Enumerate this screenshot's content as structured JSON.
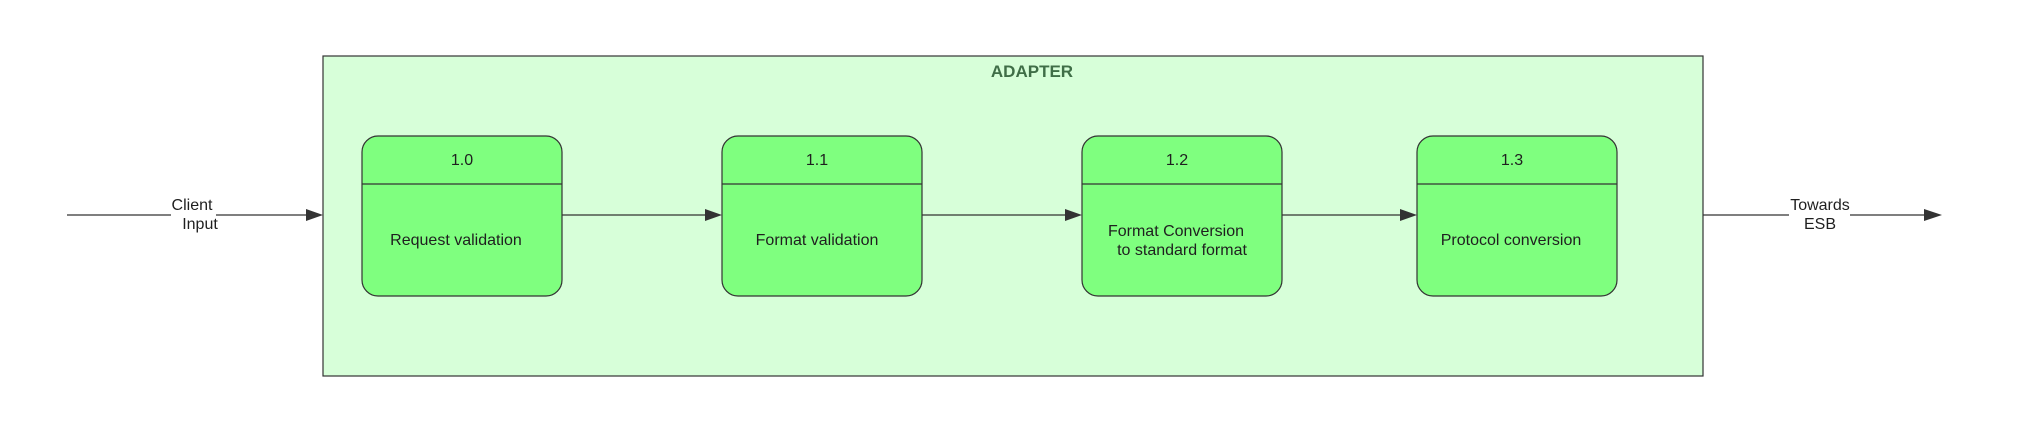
{
  "diagram": {
    "container": {
      "title": "ADAPTER"
    },
    "processes": [
      {
        "id": "1.0",
        "label": [
          "Request validation"
        ]
      },
      {
        "id": "1.1",
        "label": [
          "Format validation"
        ]
      },
      {
        "id": "1.2",
        "label": [
          "Format Conversion",
          "to standard format"
        ]
      },
      {
        "id": "1.3",
        "label": [
          "Protocol conversion"
        ]
      }
    ],
    "input_flow": {
      "label": [
        "Client",
        "Input"
      ]
    },
    "output_flow": {
      "label": [
        "Towards",
        "ESB"
      ]
    }
  },
  "colors": {
    "container_fill": "#d7ffd9",
    "container_stroke": "#333333",
    "title_text": "#3f6e47",
    "process_fill": "#7fff7f",
    "process_stroke": "#333333"
  }
}
